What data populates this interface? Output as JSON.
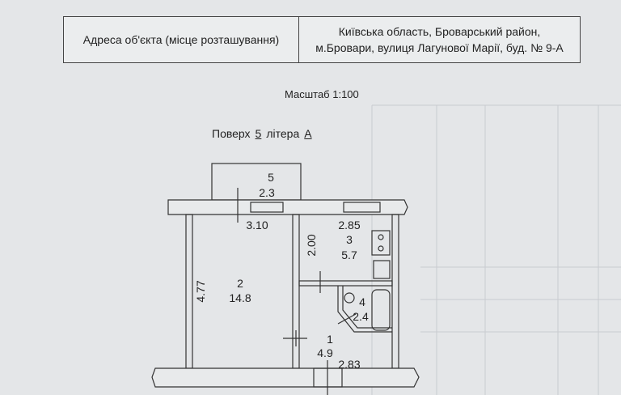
{
  "address": {
    "label": "Адреса об'єкта (місце розташування)",
    "line1": "Київська область, Броварський район,",
    "line2": "м.Бровари, вулиця Лагунової Марії, буд. № 9-А"
  },
  "scale": "Масштаб 1:100",
  "floor": {
    "label_floor": "Поверх",
    "floor_value": "5",
    "label_letter": "літера",
    "letter_value": "А"
  },
  "rooms": [
    {
      "number": "1",
      "area": "4.9"
    },
    {
      "number": "2",
      "area": "14.8"
    },
    {
      "number": "3",
      "area": "5.7"
    },
    {
      "number": "4",
      "area": "2.4"
    },
    {
      "number": "5",
      "area": "2.3"
    }
  ],
  "dimensions": {
    "room2_width": "3.10",
    "room2_length": "4.77",
    "room3_width": "2.85",
    "room3_length": "2.00",
    "room1_width": "2.83"
  }
}
